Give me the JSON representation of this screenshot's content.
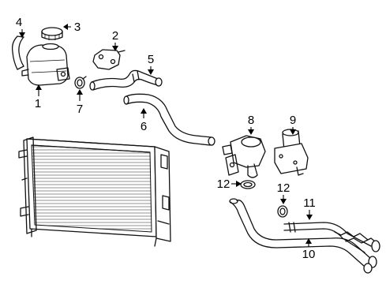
{
  "callouts": {
    "c1": "1",
    "c2": "2",
    "c3": "3",
    "c4": "4",
    "c5": "5",
    "c6": "6",
    "c7": "7",
    "c8": "8",
    "c9": "9",
    "c10": "10",
    "c11": "11",
    "c12a": "12",
    "c12b": "12"
  },
  "colors": {
    "line": "#111111",
    "background": "#ffffff"
  }
}
